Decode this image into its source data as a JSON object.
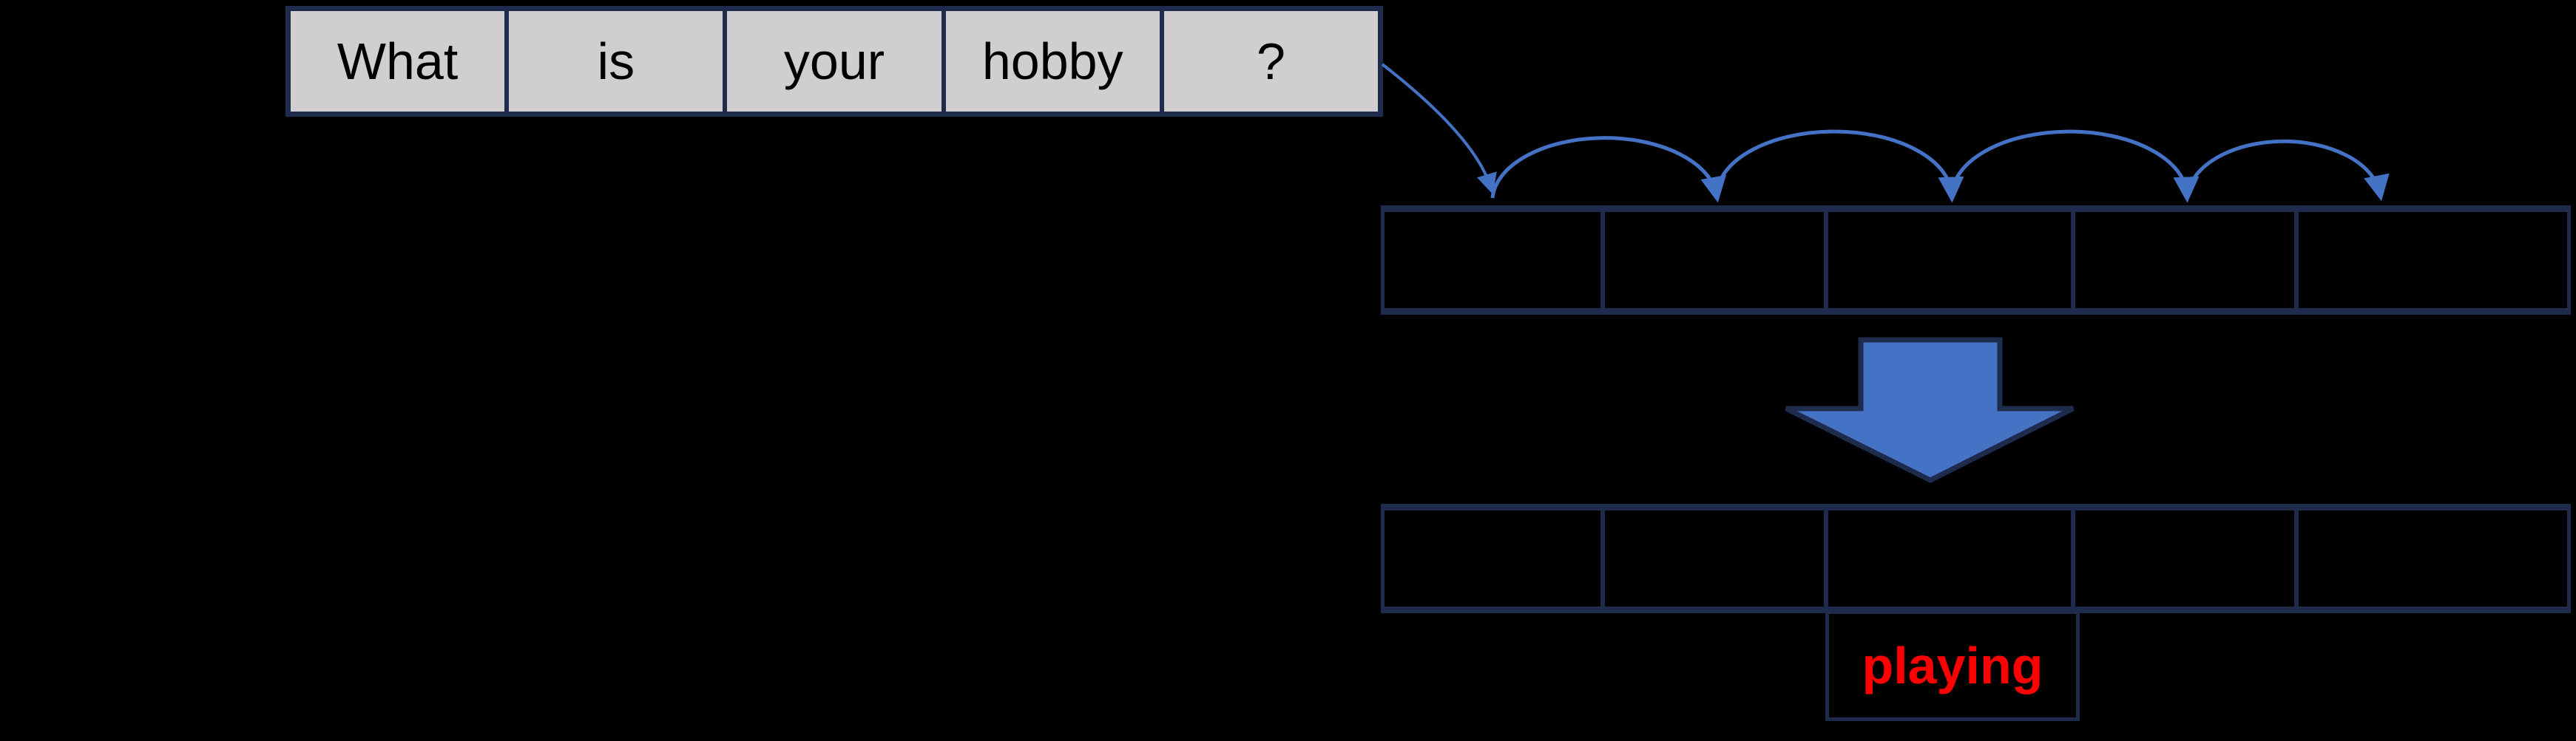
{
  "sentence": {
    "cells": [
      "What",
      "is",
      "your",
      "hobby",
      "?"
    ]
  },
  "token_row": {
    "cells": [
      "",
      "",
      "",
      "",
      ""
    ]
  },
  "output_row": {
    "cells": [
      "",
      "",
      "",
      "",
      ""
    ]
  },
  "prediction": {
    "label": "playing"
  },
  "icons": {
    "flow_arrow": "diagonal-connector-arrow",
    "hop_arrows": "curved-hop-arc-arrow",
    "transform_arrow": "block-down-arrow"
  },
  "colors": {
    "background": "#000000",
    "accent_blue": "#4472c4",
    "border_navy": "#1f2b4d",
    "word_cell_gray": "#d0cece",
    "word_text_black": "#000000",
    "prediction_red": "#ff0000"
  }
}
